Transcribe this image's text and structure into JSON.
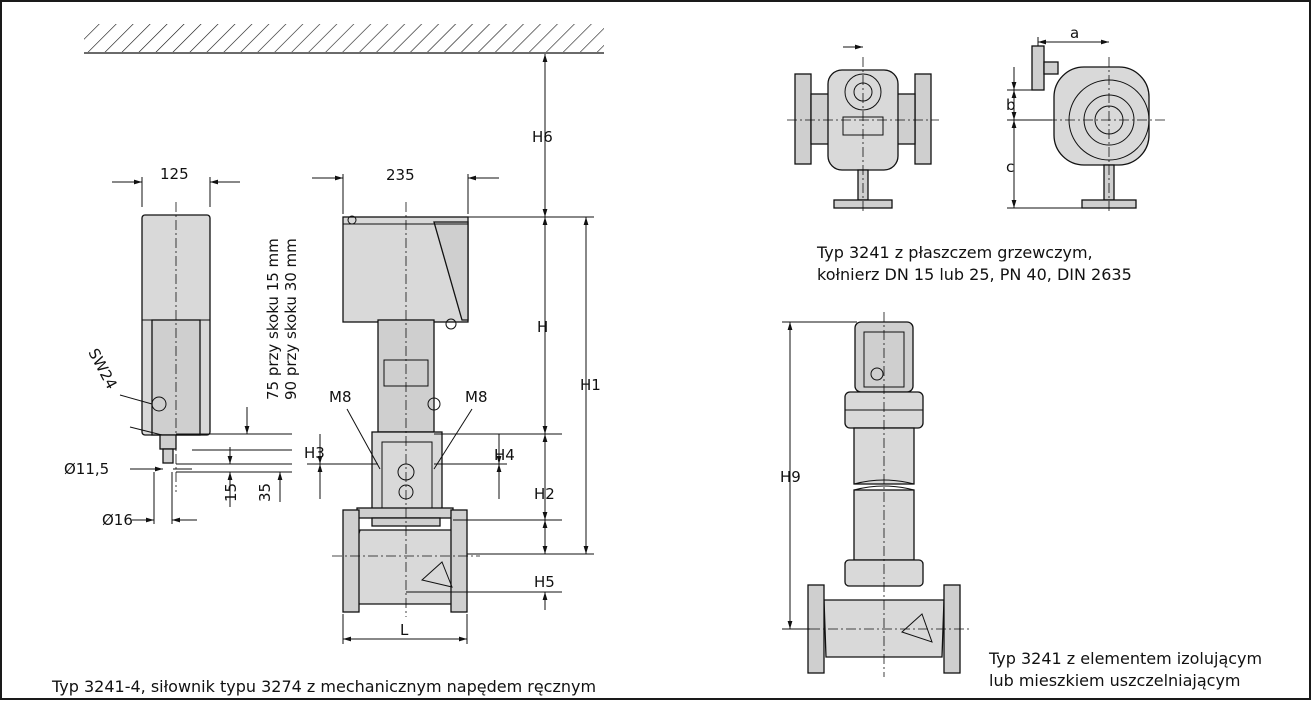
{
  "labels": {
    "dim_125": "125",
    "dim_235": "235",
    "dim_H6": "H6",
    "dim_H": "H",
    "dim_H1": "H1",
    "dim_H2": "H2",
    "dim_H3": "H3",
    "dim_H4": "H4",
    "dim_H5": "H5",
    "dim_H9": "H9",
    "dim_L": "L",
    "dim_M8_left": "M8",
    "dim_M8_right": "M8",
    "dim_SW24": "SW24",
    "dim_d11_5": "Ø11,5",
    "dim_d16": "Ø16",
    "dim_15": "15",
    "dim_35": "35",
    "dim_stroke_75": "75 przy skoku 15 mm",
    "dim_stroke_90": "90 przy skoku 30 mm",
    "dim_a": "a",
    "dim_b": "b",
    "dim_c": "c"
  },
  "captions": {
    "main": "Typ 3241-4, siłownik typu 3274 z mechanicznym napędem ręcznym",
    "heating_line1": "Typ 3241 z płaszczem grzewczym,",
    "heating_line2": "kołnierz DN 15 lub 25, PN 40, DIN 2635",
    "insulating_line1": "Typ 3241 z elementem izolującym",
    "insulating_line2": "lub mieszkiem uszczelniającym"
  }
}
